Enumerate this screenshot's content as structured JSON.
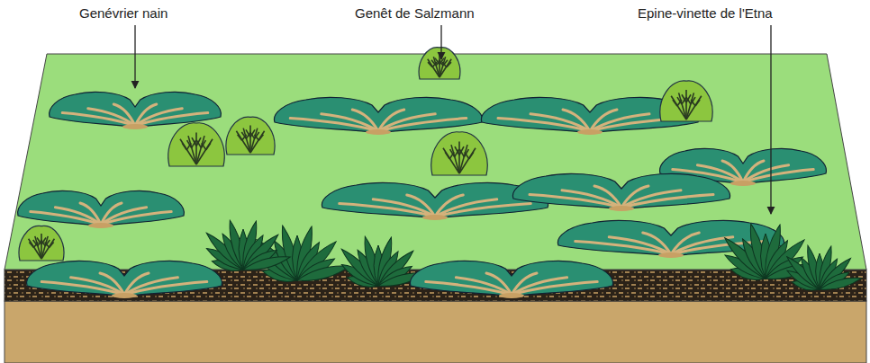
{
  "diagram": {
    "labels": [
      "Genévrier nain",
      "Genêt de Salzmann",
      "Epine-vinette de l'Etna"
    ]
  }
}
